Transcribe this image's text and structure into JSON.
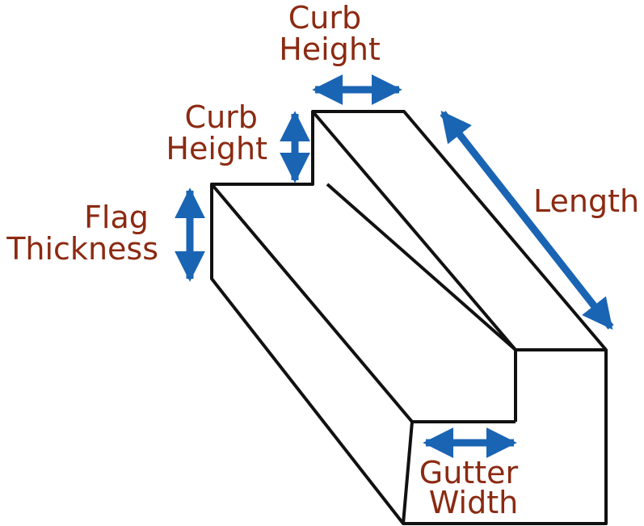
{
  "colors": {
    "outline": "#111111",
    "fill": "#ffffff",
    "label": "#8b2a12",
    "arrow": "#1a64b4"
  },
  "labels": {
    "curb_height_top": [
      "Curb",
      "Height"
    ],
    "curb_height_side": [
      "Curb",
      "Height"
    ],
    "flag_thickness": [
      "Flag",
      "Thickness"
    ],
    "length": "Length",
    "gutter_width": [
      "Gutter",
      "Width"
    ]
  }
}
